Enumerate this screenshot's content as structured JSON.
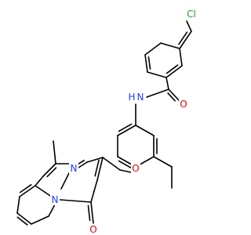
{
  "molecule": {
    "atoms": [
      {
        "label": "Cl",
        "color": "#1fa01f"
      },
      {
        "label": "O",
        "color": "#e8000b"
      },
      {
        "label": "N",
        "color": "#1e3cff"
      },
      {
        "label": "H",
        "color": "#1e3cff"
      },
      {
        "label": "O",
        "color": "#e8000b"
      },
      {
        "label": "N",
        "color": "#1e3cff"
      },
      {
        "label": "N",
        "color": "#1e3cff"
      },
      {
        "label": "O",
        "color": "#e8000b"
      }
    ]
  }
}
